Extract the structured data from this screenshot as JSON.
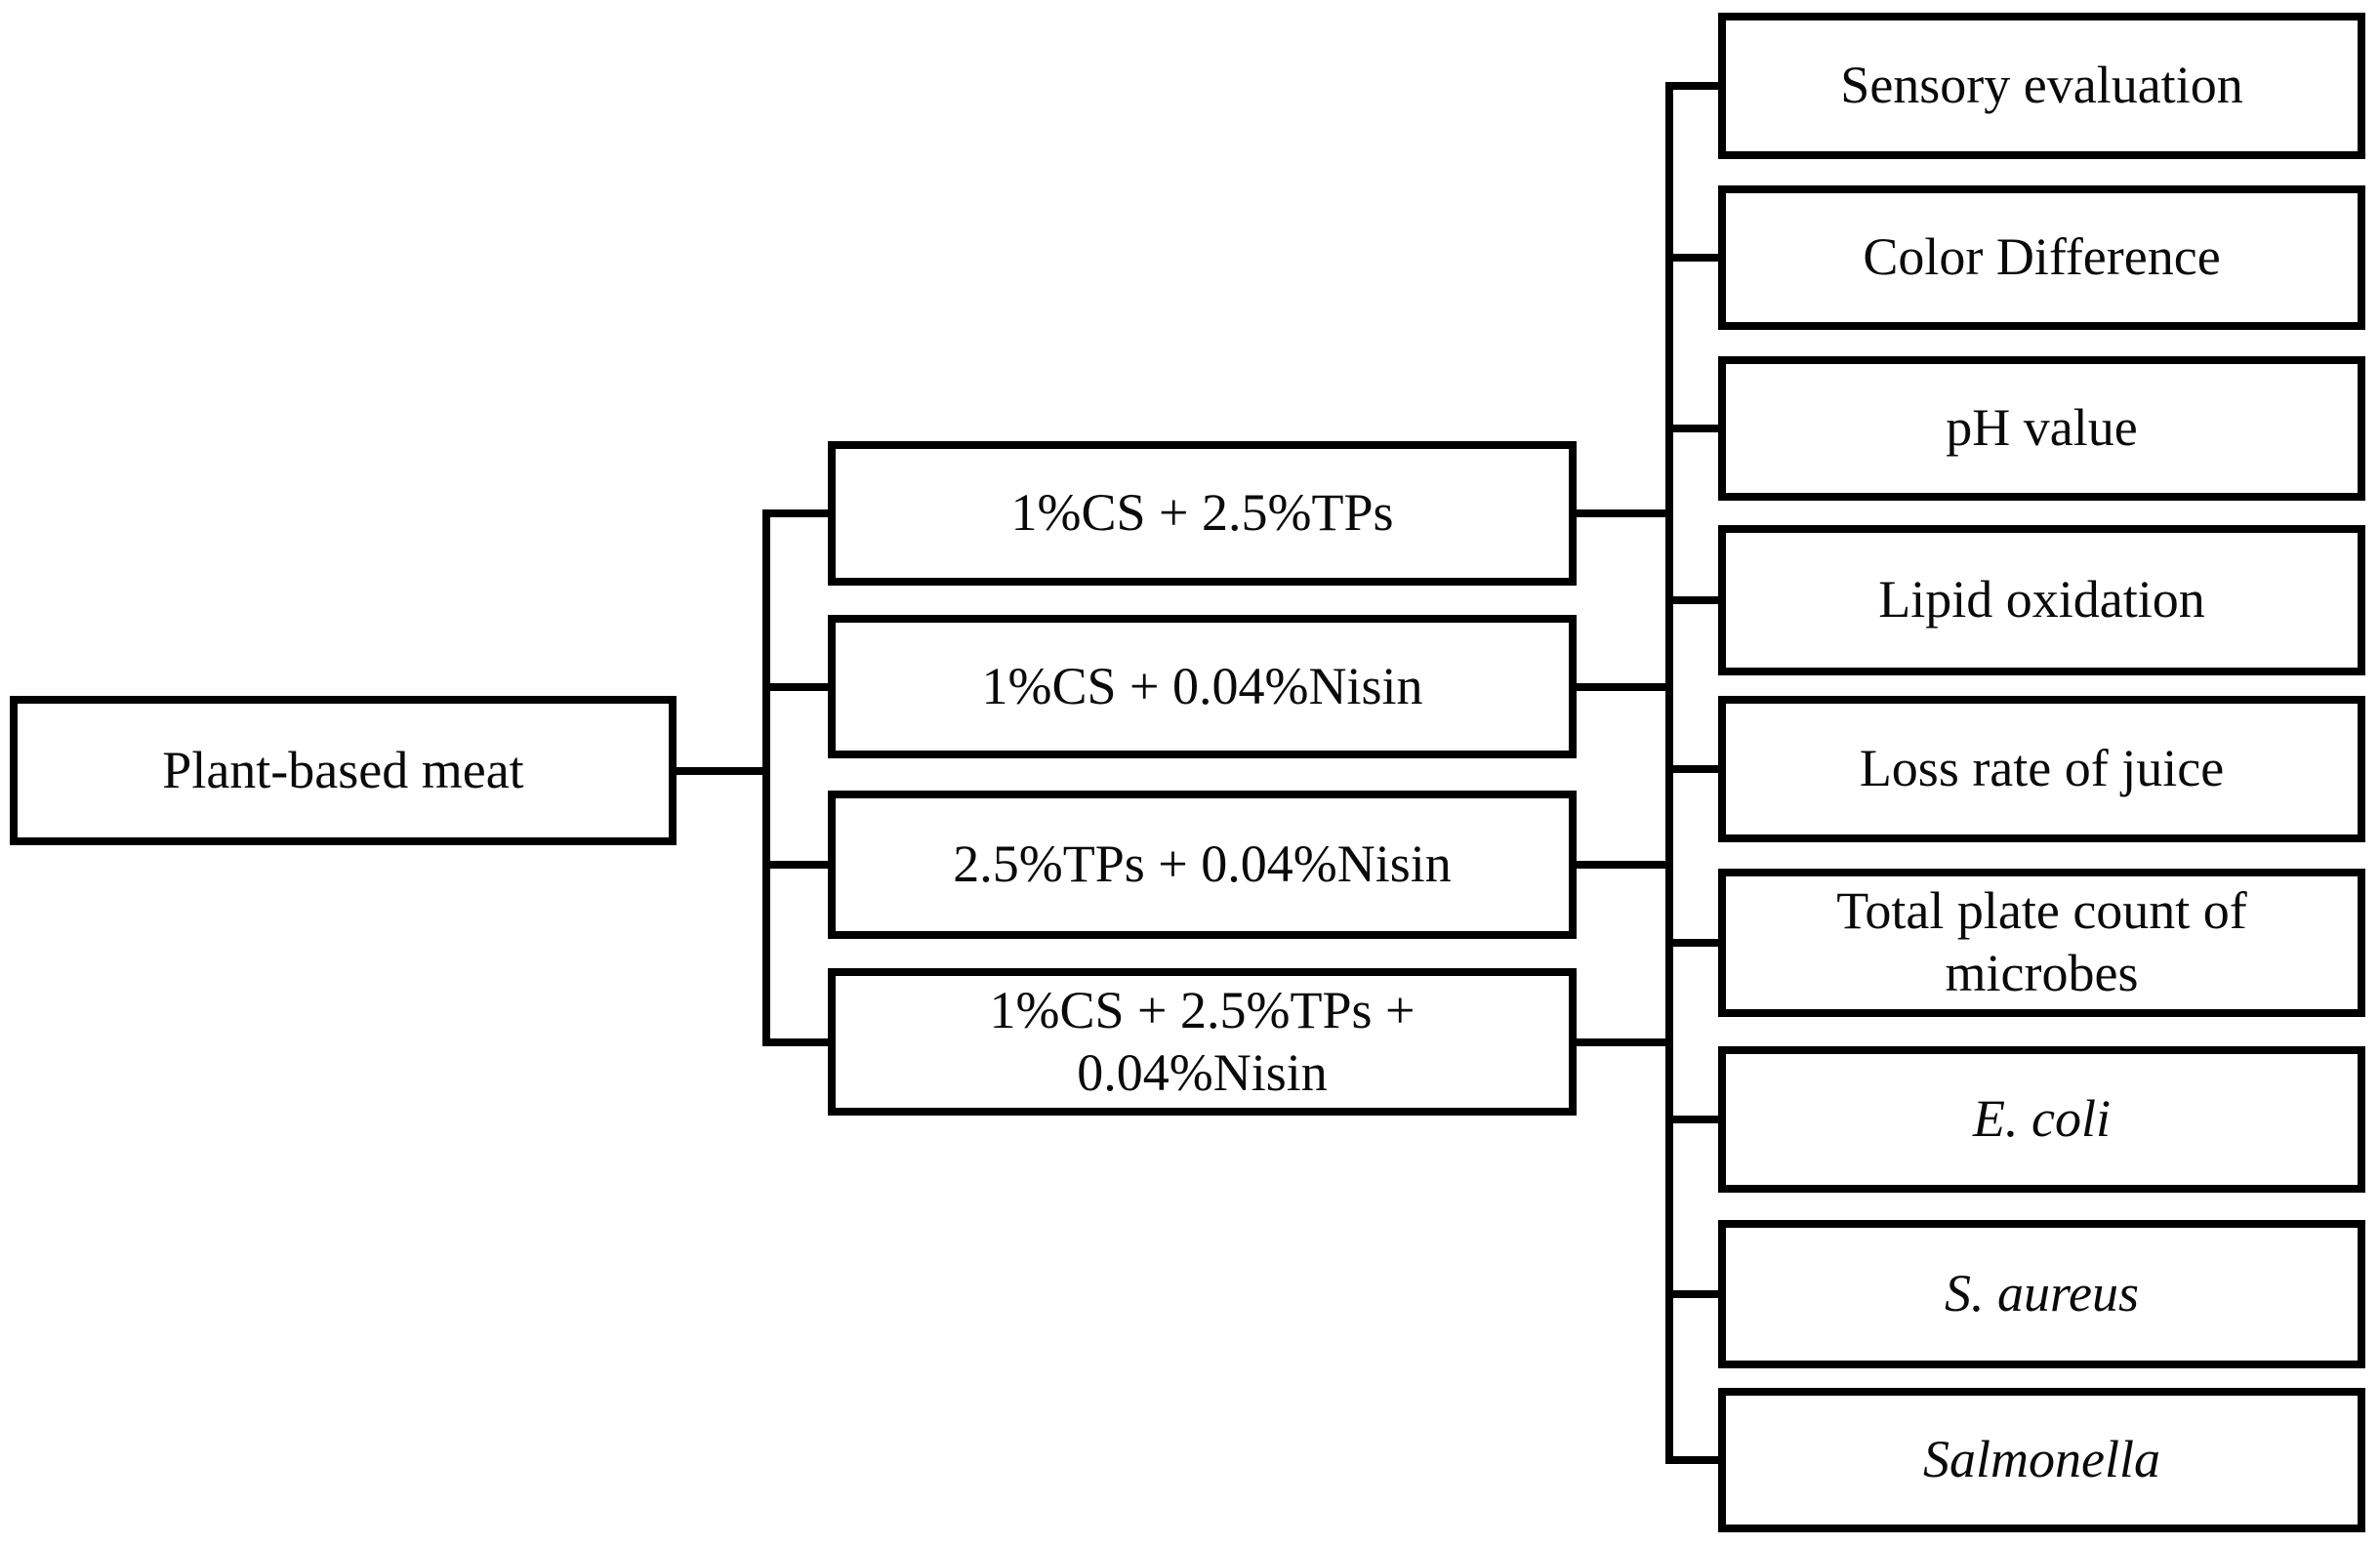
{
  "diagram": {
    "root": {
      "label": "Plant-based meat"
    },
    "treatments": [
      {
        "label": "1%CS + 2.5%TPs"
      },
      {
        "label": "1%CS + 0.04%Nisin"
      },
      {
        "label": "2.5%TPs + 0.04%Nisin"
      },
      {
        "label": "1%CS + 2.5%TPs + 0.04%Nisin"
      }
    ],
    "measurements": [
      {
        "label": "Sensory evaluation",
        "italic": false
      },
      {
        "label": "Color Difference",
        "italic": false
      },
      {
        "label": "pH value",
        "italic": false
      },
      {
        "label": "Lipid oxidation",
        "italic": false
      },
      {
        "label": "Loss rate of juice",
        "italic": false
      },
      {
        "label": "Total plate count of microbes",
        "italic": false
      },
      {
        "label": "E. coli",
        "italic": true
      },
      {
        "label": "S. aureus",
        "italic": true
      },
      {
        "label": "Salmonella",
        "italic": true
      }
    ],
    "colors": {
      "line": "#000000",
      "box_border": "#000000",
      "box_fill": "#ffffff",
      "text": "#0a0a0a"
    }
  }
}
